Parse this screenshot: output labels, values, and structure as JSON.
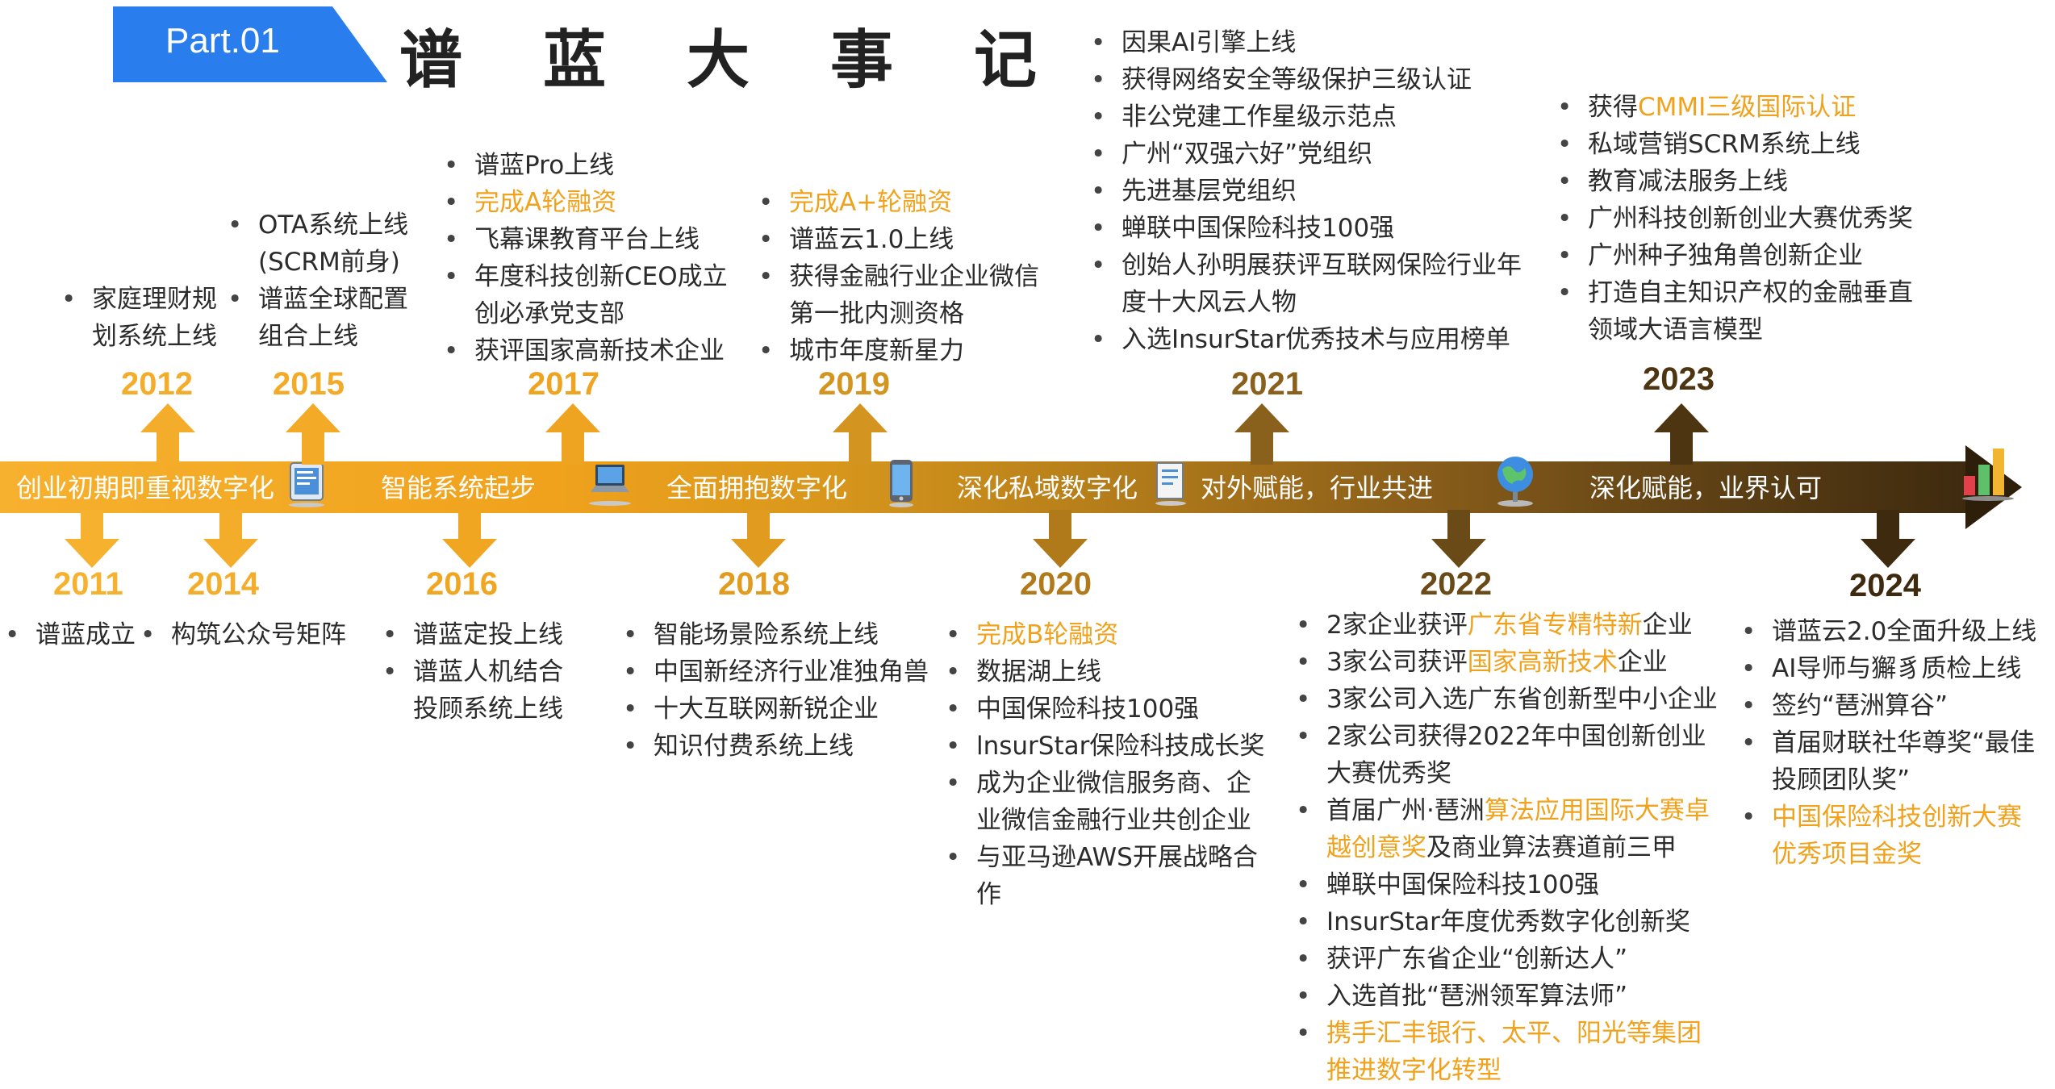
{
  "header": {
    "part_label": "Part.01",
    "title": "谱蓝大事记",
    "tab_color": "#2a7ded"
  },
  "timeline": {
    "stages": [
      "创业初期即重视数字化",
      "智能系统起步",
      "全面拥抱数字化",
      "深化私域数字化",
      "对外赋能，行业共进",
      "深化赋能，业界认可"
    ],
    "colors": {
      "light": "#f6b12e",
      "mid": "#b07a1a",
      "dark": "#3e2a0f",
      "highlight": "#f0a21c"
    }
  },
  "events": {
    "y2011": {
      "year": "2011",
      "items": [
        "谱蓝成立"
      ]
    },
    "y2012": {
      "year": "2012",
      "items": [
        "家庭理财规划系统上线"
      ]
    },
    "y2014": {
      "year": "2014",
      "items": [
        "构筑公众号矩阵"
      ]
    },
    "y2015": {
      "year": "2015",
      "items": [
        "OTA系统上线(SCRM前身)",
        "谱蓝全球配置组合上线"
      ]
    },
    "y2016": {
      "year": "2016",
      "items": [
        "谱蓝定投上线",
        "谱蓝人机结合投顾系统上线"
      ]
    },
    "y2017": {
      "year": "2017",
      "items": [
        "谱蓝Pro上线",
        "完成A轮融资",
        "飞幕课教育平台上线",
        "年度科技创新CEO成立创必承党支部",
        "获评国家高新技术企业"
      ]
    },
    "y2018": {
      "year": "2018",
      "items": [
        "智能场景险系统上线",
        "中国新经济行业准独角兽",
        "十大互联网新锐企业",
        "知识付费系统上线"
      ]
    },
    "y2019": {
      "year": "2019",
      "items": [
        "完成A+轮融资",
        "谱蓝云1.0上线",
        "获得金融行业企业微信第一批内测资格",
        "城市年度新星力"
      ]
    },
    "y2020": {
      "year": "2020",
      "items": [
        "完成B轮融资",
        "数据湖上线",
        "中国保险科技100强",
        "lnsurStar保险科技成长奖",
        "成为企业微信服务商、企业微信金融行业共创企业",
        "与亚马逊AWS开展战略合作"
      ]
    },
    "y2021": {
      "year": "2021",
      "items": [
        "因果AI引擎上线",
        "获得网络安全等级保护三级认证",
        "非公党建工作星级示范点",
        "广州“双强六好”党组织",
        "先进基层党组织",
        "蝉联中国保险科技100强",
        "创始人孙明展获评互联网保险行业年度十大风云人物",
        "入选InsurStar优秀技术与应用榜单"
      ]
    },
    "y2022": {
      "year": "2022",
      "i1_pre": "2家企业获评",
      "i1_hl": "广东省专精特新",
      "i1_post": "企业",
      "i2_pre": "3家公司获评",
      "i2_hl": "国家高新技术",
      "i2_post": "企业",
      "i3": "3家公司入选广东省创新型中小企业",
      "i4": "2家公司获得2022年中国创新创业大赛优秀奖",
      "i5_pre": "首届广州·琶洲",
      "i5_hl": "算法应用国际大赛卓越创意奖",
      "i5_post": "及商业算法赛道前三甲",
      "i6": "蝉联中国保险科技100强",
      "i7": "InsurStar年度优秀数字化创新奖",
      "i8": "获评广东省企业“创新达人”",
      "i9": "入选首批“琶洲领军算法师”",
      "i10": "携手汇丰银行、太平、阳光等集团推进数字化转型"
    },
    "y2023": {
      "year": "2023",
      "i1_pre": "获得",
      "i1_hl": "CMMI三级国际认证",
      "items": [
        "私域营销SCRM系统上线",
        "教育减法服务上线",
        "广州科技创新创业大赛优秀奖",
        "广州种子独角兽创新企业",
        "打造自主知识产权的金融垂直领域大语言模型"
      ]
    },
    "y2024": {
      "year": "2024",
      "items": [
        "谱蓝云2.0全面升级上线",
        "AI导师与獬豸质检上线",
        "签约“琶洲算谷”",
        "首届财联社华尊奖“最佳投顾团队奖”",
        "中国保险科技创新大赛优秀项目金奖"
      ]
    }
  },
  "icons": [
    "tablet-icon",
    "laptop-icon",
    "phone-icon",
    "document-icon",
    "globe-icon",
    "bar-chart-icon"
  ]
}
